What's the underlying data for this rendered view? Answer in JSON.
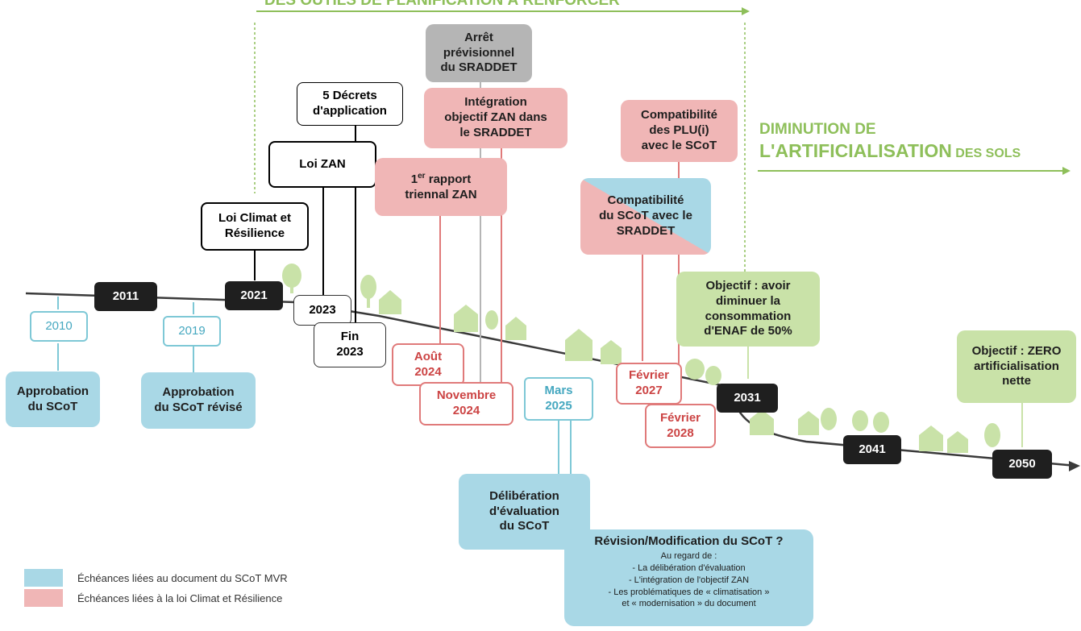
{
  "headline_top": "DES OUTILS DE PLANIFICATION À RENFORCER",
  "headline_right": {
    "line1": "DIMINUTION DE",
    "line2_big": "L'ARTIFICIALISATION",
    "line2_small": " DES SOLS"
  },
  "years": {
    "y2011": "2011",
    "y2021": "2021",
    "y2023": "2023",
    "y2031": "2031",
    "y2041": "2041",
    "y2050": "2050"
  },
  "laws": {
    "climat": "Loi Climat et\nRésilience",
    "zan": "Loi ZAN",
    "decrets": "5 Décrets\nd'application",
    "fin2023": "Fin\n2023"
  },
  "scot": {
    "y2010": "2010",
    "y2019": "2019",
    "approbation": "Approbation\ndu SCoT",
    "approbation_revise": "Approbation\ndu SCoT révisé",
    "mars2025": "Mars\n2025",
    "deliberation": "Délibération\nd'évaluation\ndu SCoT"
  },
  "climat_items": {
    "arret": "Arrêt\nprévisionnel\ndu SRADDET",
    "integration": "Intégration\nobjectif ZAN dans\nle SRADDET",
    "rapport_sup": "er",
    "rapport_num": "1",
    "rapport_rest": " rapport",
    "rapport_line2": "triennal ZAN",
    "aout2024": "Août\n2024",
    "nov2024": "Novembre\n2024",
    "compat_plu": "Compatibilité\ndes PLU(i)\navec le SCoT",
    "compat_scot": "Compatibilité\ndu SCoT avec le\nSRADDET",
    "fev2027": "Février\n2027",
    "fev2028": "Février\n2028"
  },
  "objectives": {
    "enaf": "Objectif : avoir\ndiminuer la\nconsommation\nd'ENAF de 50%",
    "zero": "Objectif : ZERO\nartificialisation\nnette"
  },
  "revision": {
    "title": "Révision/Modification du SCoT ?",
    "intro": "Au regard de :",
    "items": [
      "-    La délibération d'évaluation",
      "-    L'intégration de l'objectif ZAN",
      "-    Les problématiques de « climatisation »",
      "et « modernisation » du document"
    ]
  },
  "legend": {
    "scot": "Échéances liées au document du SCoT MVR",
    "climat": "Échéances liées à la loi Climat et Résilience"
  },
  "colors": {
    "blue": "#a9d8e6",
    "pink": "#f0b6b6",
    "green": "#c9e2a8",
    "headline_green": "#8ebf5a"
  }
}
